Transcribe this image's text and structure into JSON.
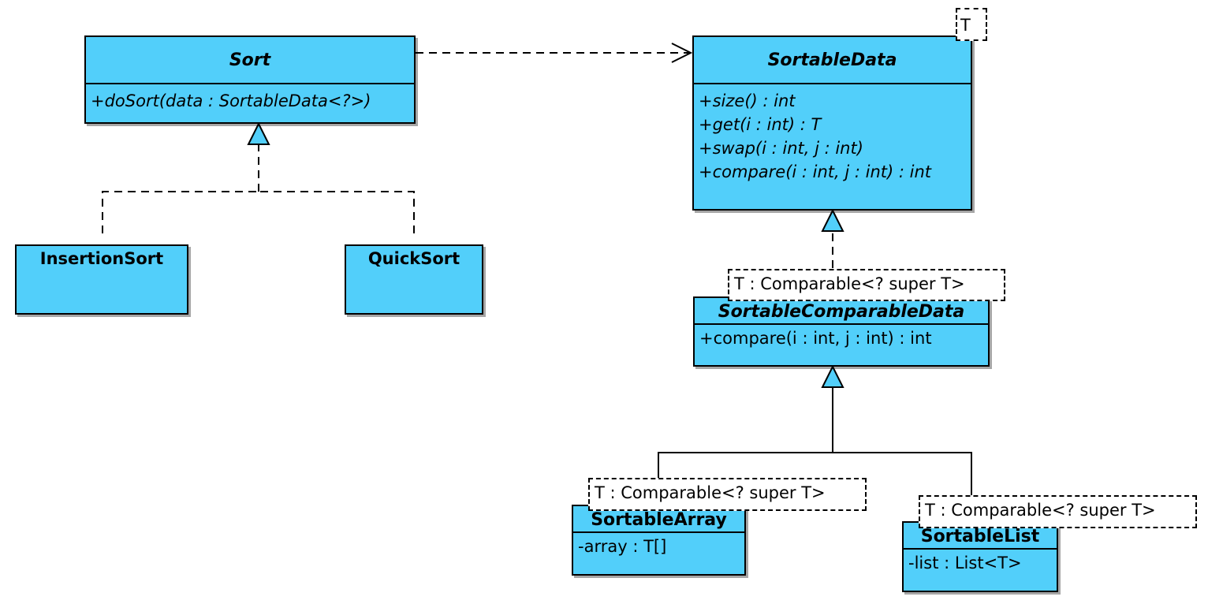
{
  "classes": {
    "sort": {
      "name": "Sort",
      "operations": [
        "+doSort(data : SortableData<?>)"
      ]
    },
    "sortable_data": {
      "name": "SortableData",
      "type_param": "T",
      "operations": [
        "+size() : int",
        "+get(i : int) : T",
        "+swap(i : int, j : int)",
        "+compare(i : int, j : int) : int"
      ]
    },
    "insertion_sort": {
      "name": "InsertionSort"
    },
    "quick_sort": {
      "name": "QuickSort"
    },
    "sortable_comparable_data": {
      "name": "SortableComparableData",
      "type_param": "T : Comparable<? super T>",
      "operations": [
        "+compare(i : int, j : int) : int"
      ]
    },
    "sortable_array": {
      "name": "SortableArray",
      "type_param": "T : Comparable<? super T>",
      "attributes": [
        "-array : T[]"
      ]
    },
    "sortable_list": {
      "name": "SortableList",
      "type_param": "T : Comparable<? super T>",
      "attributes": [
        "-list : List<T>"
      ]
    }
  },
  "colors": {
    "class_fill": "#52cffa",
    "line": "#000000",
    "param_fill": "#ffffff"
  }
}
